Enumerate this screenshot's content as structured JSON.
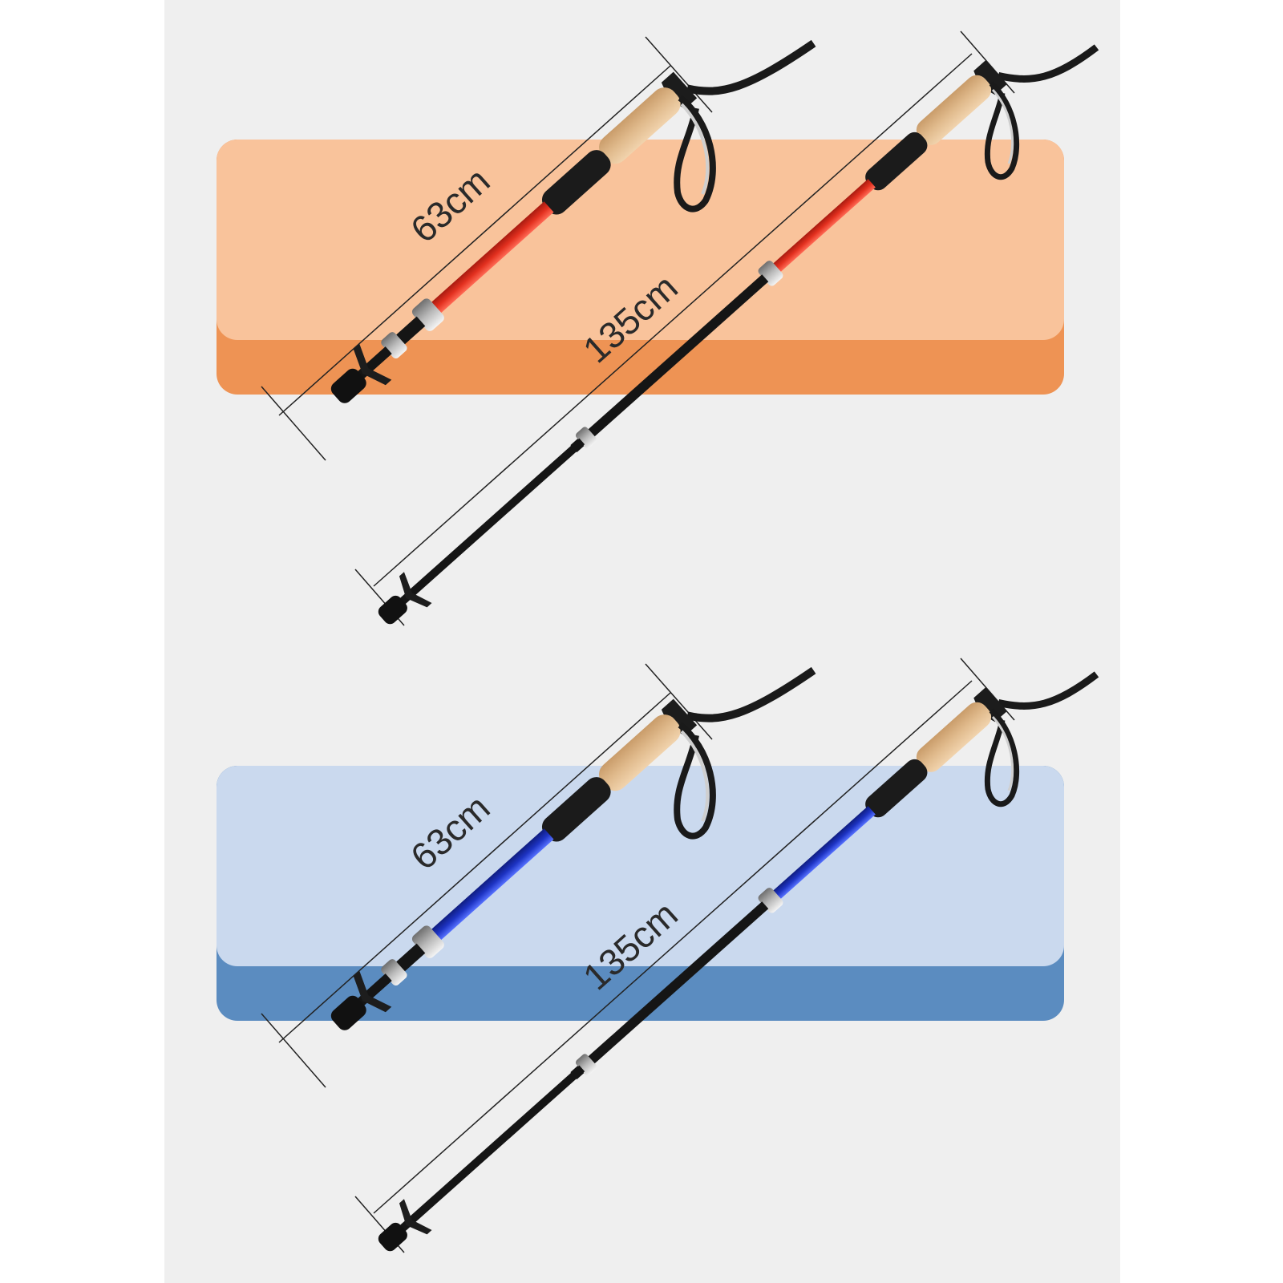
{
  "colors": {
    "background": "#efefef",
    "top_band_light": "#f9c39b",
    "top_band_dark": "#ee9354",
    "bottom_band_light": "#cad9ee",
    "bottom_band_dark": "#5b8cc0",
    "shaft_red": "#e2301f",
    "shaft_blue": "#1d33c2",
    "shaft_black": "#151515",
    "cork": "#e0ba8c",
    "foam": "#1b1b1b"
  },
  "products": [
    {
      "id": "red-poles",
      "accent": "red",
      "collapsed_length": "63cm",
      "extended_length": "135cm"
    },
    {
      "id": "blue-poles",
      "accent": "blue",
      "collapsed_length": "63cm",
      "extended_length": "135cm"
    }
  ]
}
